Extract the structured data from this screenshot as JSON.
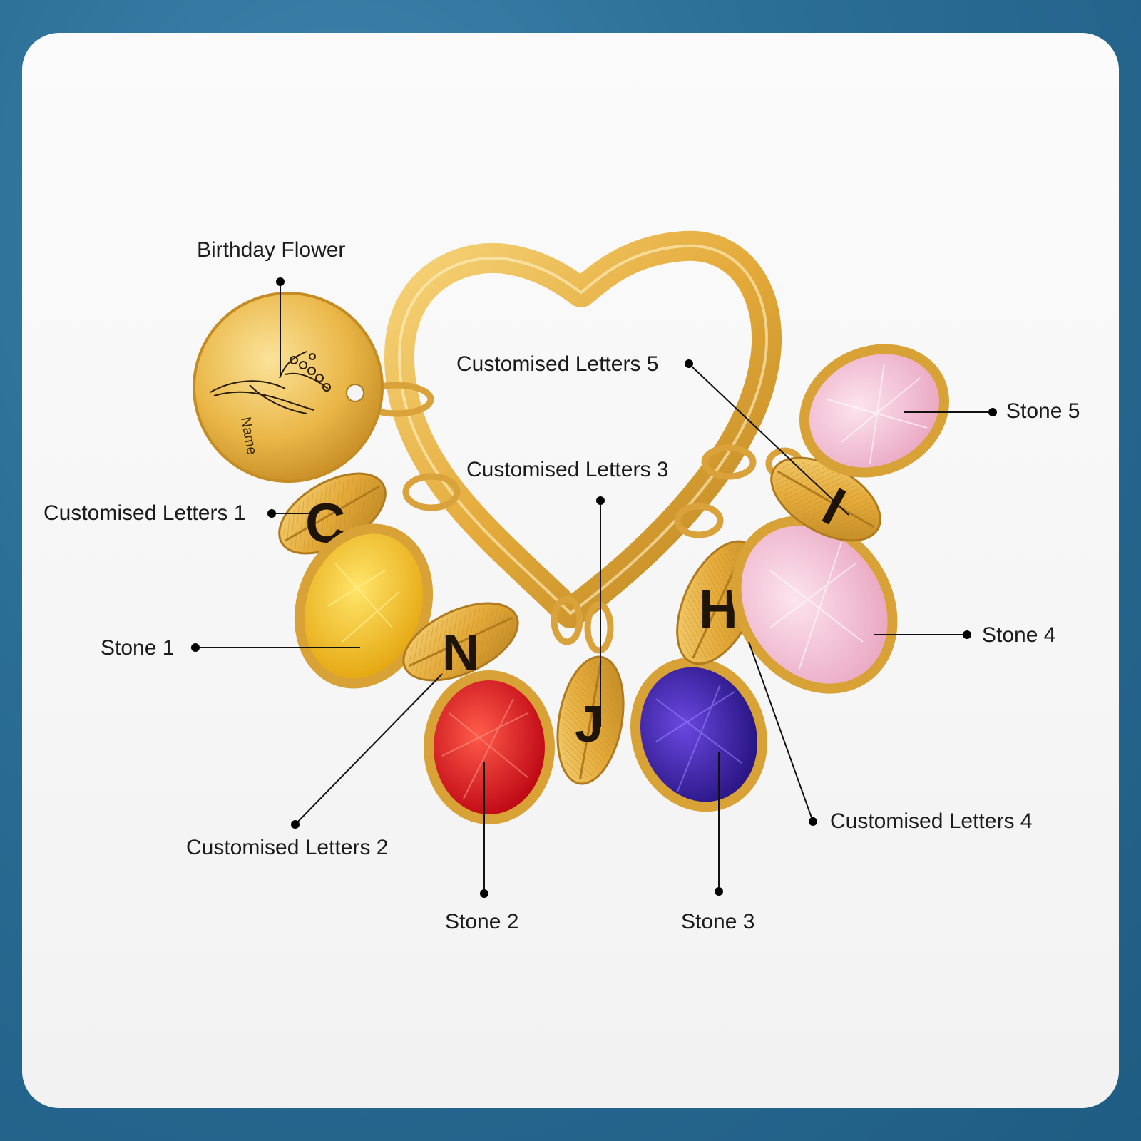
{
  "callouts": {
    "birthday_flower": "Birthday Flower",
    "letters_1": "Customised Letters 1",
    "letters_2": "Customised Letters 2",
    "letters_3": "Customised Letters 3",
    "letters_4": "Customised Letters 4",
    "letters_5": "Customised Letters 5",
    "stone_1": "Stone 1",
    "stone_2": "Stone 2",
    "stone_3": "Stone 3",
    "stone_4": "Stone 4",
    "stone_5": "Stone 5"
  },
  "charms": {
    "disc_engraving": "Name",
    "letter_1": "C",
    "letter_2": "N",
    "letter_3": "J",
    "letter_4": "H",
    "letter_5": "I"
  },
  "stone_colors": {
    "stone_1": "#f3c21a",
    "stone_2": "#e0141c",
    "stone_3": "#3a1aa8",
    "stone_4": "#f4c8d8",
    "stone_5": "#f4c4d8"
  },
  "colors": {
    "background": "#2b6e96",
    "card": "#f6f6f6",
    "gold": "#e9b53f"
  }
}
